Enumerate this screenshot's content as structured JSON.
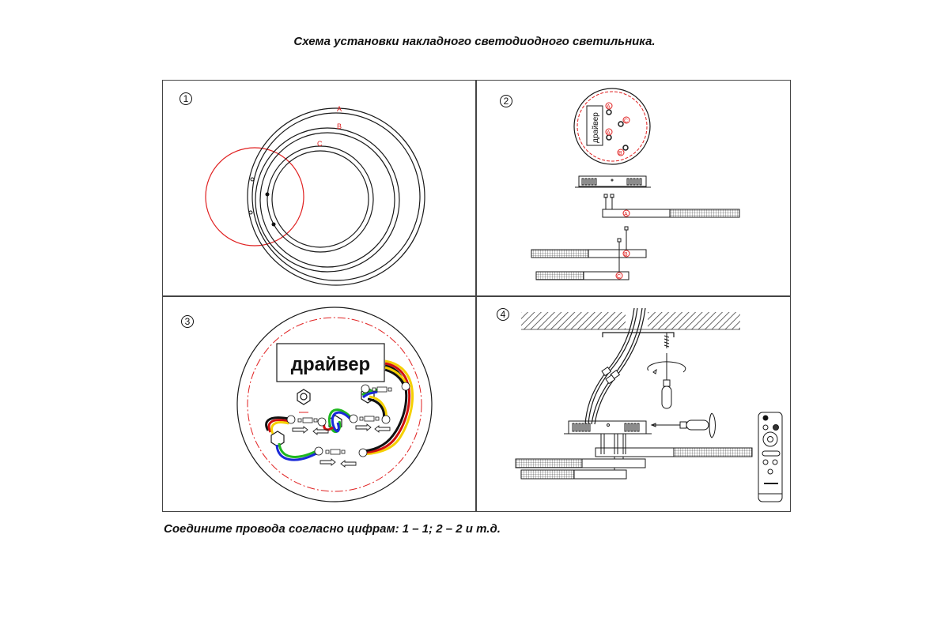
{
  "document": {
    "title": "Схема установки накладного светодиодного светильника.",
    "footer_note": "Соедините провода согласно цифрам: 1 – 1; 2 – 2 и т.д."
  },
  "steps": [
    {
      "number": "1",
      "ring_labels": [
        "A",
        "B",
        "C"
      ]
    },
    {
      "number": "2",
      "driver_label": "драйвер",
      "mount_labels": [
        "A",
        "C",
        "A",
        "B"
      ],
      "bar_labels": [
        "A",
        "B",
        "C"
      ]
    },
    {
      "number": "3",
      "driver_label": "драйвер"
    },
    {
      "number": "4"
    }
  ],
  "colors": {
    "line": "#1a1a1a",
    "accent_red": "#e02020",
    "wire_yellow": "#f5d000",
    "wire_red": "#d01010",
    "wire_black": "#111111",
    "wire_green": "#1fb81f",
    "wire_blue": "#1a2ad8"
  }
}
